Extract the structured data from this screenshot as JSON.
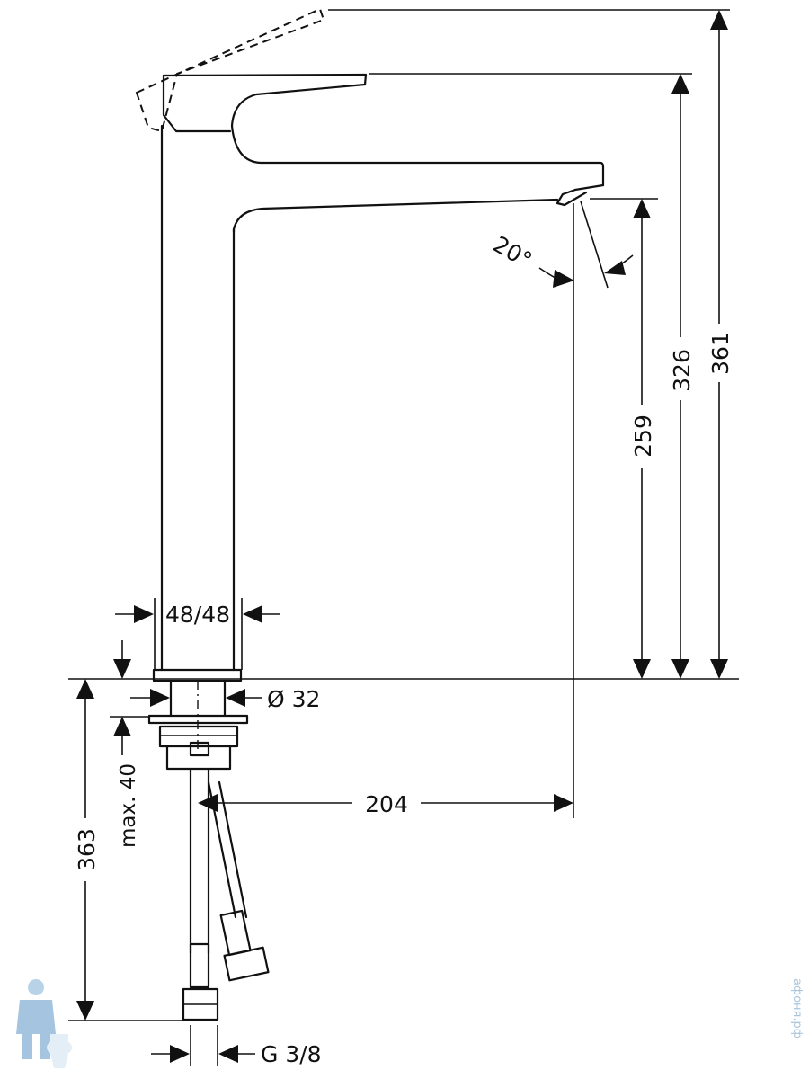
{
  "dimensions": {
    "angle": "20°",
    "total_height": "361",
    "lever_height": "326",
    "spout_height": "259",
    "base_size": "48/48",
    "shank_diameter": "Ø 32",
    "max_deck": "max. 40",
    "projection": "204",
    "hose_length": "363",
    "thread": "G 3/8"
  },
  "watermark": {
    "text": "афоня.рф"
  },
  "colors": {
    "line": "#111111",
    "background": "#ffffff",
    "watermark": "#a9c6dd"
  }
}
